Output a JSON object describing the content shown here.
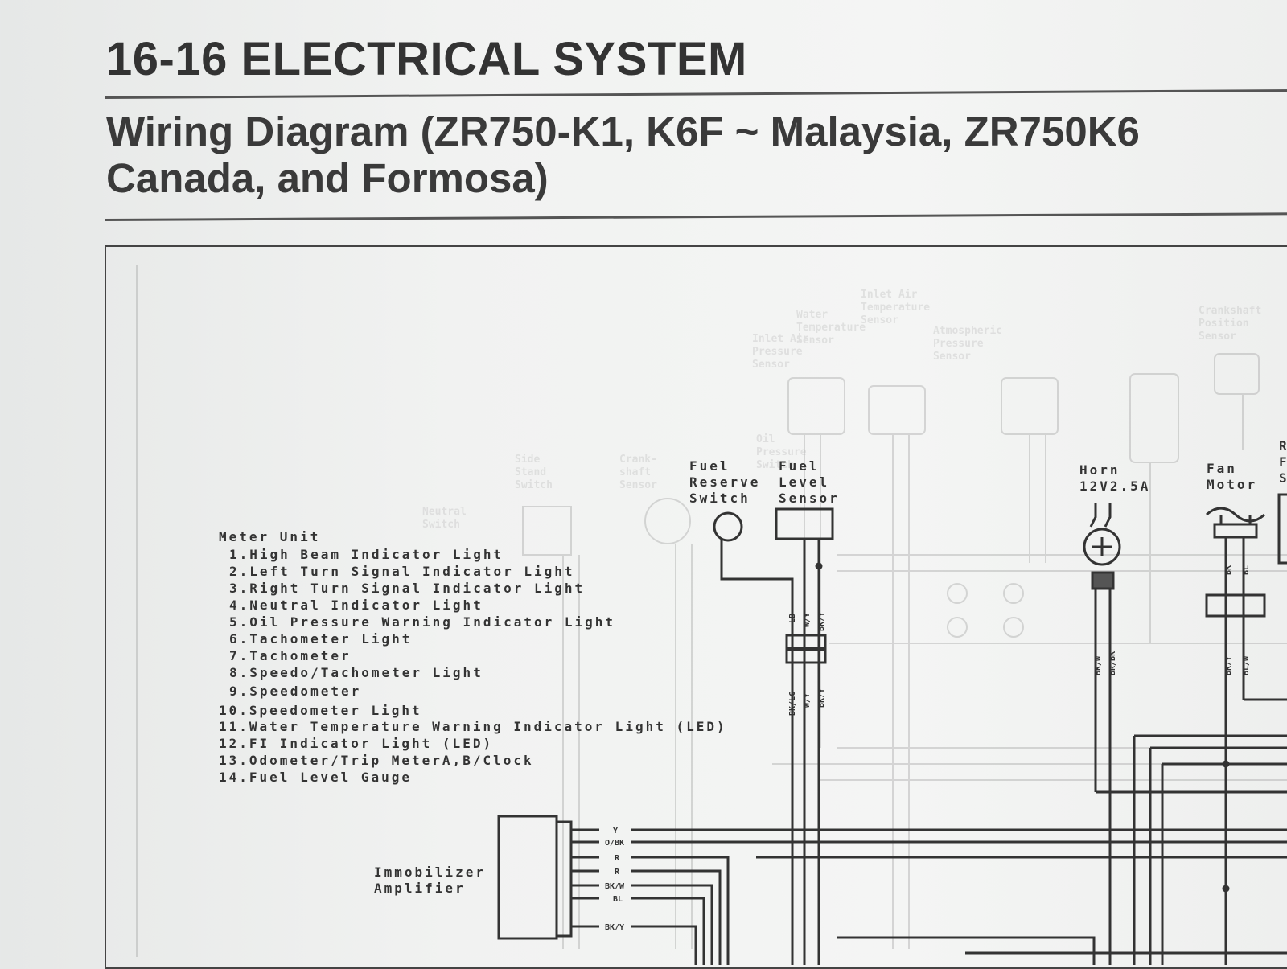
{
  "page": {
    "section_header": "16-16 ELECTRICAL SYSTEM",
    "subtitle_line1": "Wiring Diagram (ZR750-K1, K6F ~ Malaysia, ZR750K6",
    "subtitle_line2": "Canada, and Formosa)"
  },
  "meter_unit": {
    "title": "Meter Unit",
    "items": [
      "1.High Beam Indicator Light",
      "2.Left Turn Signal Indicator Light",
      "3.Right Turn Signal Indicator Light",
      "4.Neutral Indicator Light",
      "5.Oil Pressure Warning Indicator Light",
      "6.Tachometer Light",
      "7.Tachometer",
      "8.Speedo/Tachometer Light",
      "9.Speedometer",
      "10.Speedometer Light",
      "11.Water Temperature Warning Indicator Light (LED)",
      "12.FI Indicator Light (LED)",
      "13.Odometer/Trip MeterA,B/Clock",
      "14.Fuel Level Gauge"
    ]
  },
  "components": {
    "fuel_reserve_switch": "Fuel\nReserve\nSwitch",
    "fuel_level_sensor": "Fuel\nLevel\nSensor",
    "horn": "Horn\n12V2.5A",
    "fan_motor": "Fan\nMotor",
    "immobilizer_amplifier": "Immobilizer\nAmplifier",
    "edge_partial": "R\nF\nS"
  },
  "wire_colors": {
    "fuel_level_top": [
      "LB",
      "W/Y",
      "BK/Y"
    ],
    "fuel_level_bottom": [
      "BK/LG",
      "W/Y",
      "BK/Y"
    ],
    "horn": [
      "BK/W",
      "BR/BK"
    ],
    "fan_top": [
      "BK",
      "BL"
    ],
    "fan_bottom": [
      "BK/Y",
      "BL/W"
    ],
    "immobilizer": [
      "Y",
      "O/BK",
      "R",
      "R",
      "BK/W",
      "BL",
      "BK/Y"
    ]
  },
  "ghost_labels": [
    "Water\nTemperature\nSensor",
    "Inlet Air\nPressure\nSensor",
    "Atmospheric\nPressure\nSensor",
    "Inlet Air\nTemperature\nSensor",
    "Crankshaft\nPosition\nSensor",
    "Oil\nPressure\nSwitch",
    "Crank-\nshaft\nSensor",
    "Side\nStand\nSwitch",
    "Neutral\nSwitch"
  ]
}
